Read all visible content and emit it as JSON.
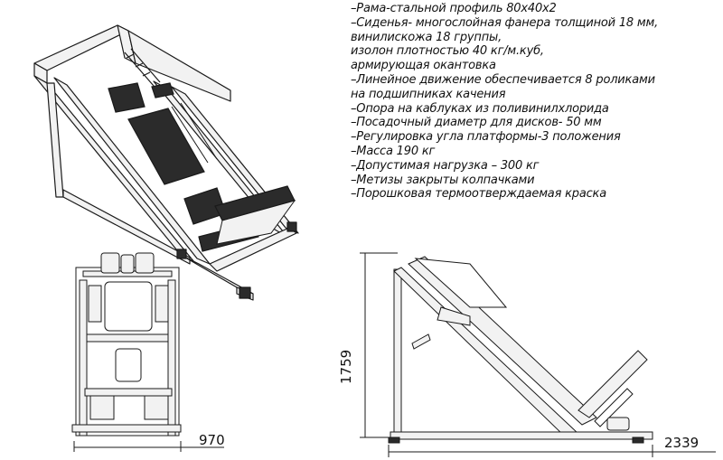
{
  "specifications": [
    "–Рама-стальной профиль 80х40х2",
    "–Сиденья- многослойная фанера толщиной 18 мм,",
    "винилискожа 18 группы,",
    "изолон плотностью 40 кг/м.куб,",
    "армирующая окантовка",
    "–Линейное движение обеспечивается 8 роликами",
    "на подшипниках качения",
    "–Опора на каблуках из поливинилхлорида",
    "–Посадочный диаметр для дисков- 50 мм",
    "–Регулировка угла платформы-3 положения",
    "–Масса 190 кг",
    "–Допустимая нагрузка – 300 кг",
    "–Метизы закрыты колпачками",
    "–Порошковая термоотверждаемая краска"
  ],
  "dimensions": {
    "width": "970",
    "height": "1759",
    "length": "2339"
  },
  "colors": {
    "line": "#1a1a1a",
    "frame_fill": "#f2f2f2",
    "pad_fill": "#2b2b2b"
  }
}
